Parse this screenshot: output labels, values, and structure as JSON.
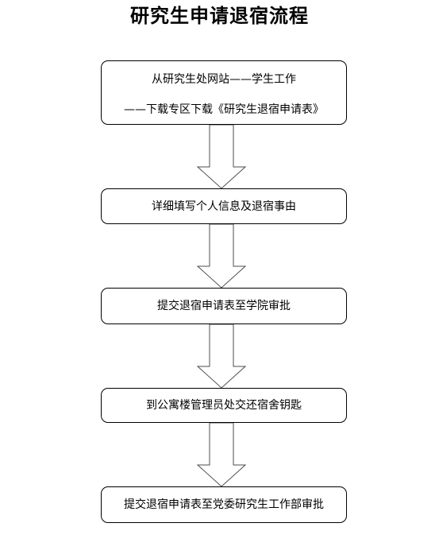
{
  "title": "研究生申请退宿流程",
  "steps": [
    {
      "lines": [
        "从研究生处网站——学生工作",
        "——下载专区下载《研究生退宿申请表》"
      ]
    },
    {
      "lines": [
        "详细填写个人信息及退宿事由"
      ]
    },
    {
      "lines": [
        "提交退宿申请表至学院审批"
      ]
    },
    {
      "lines": [
        "到公寓楼管理员处交还宿舍钥匙"
      ]
    },
    {
      "lines": [
        "提交退宿申请表至党委研究生工作部审批"
      ]
    }
  ],
  "colors": {
    "box_border": "#000000",
    "arrow_outline": "#4d4d4d",
    "background": "#ffffff"
  }
}
